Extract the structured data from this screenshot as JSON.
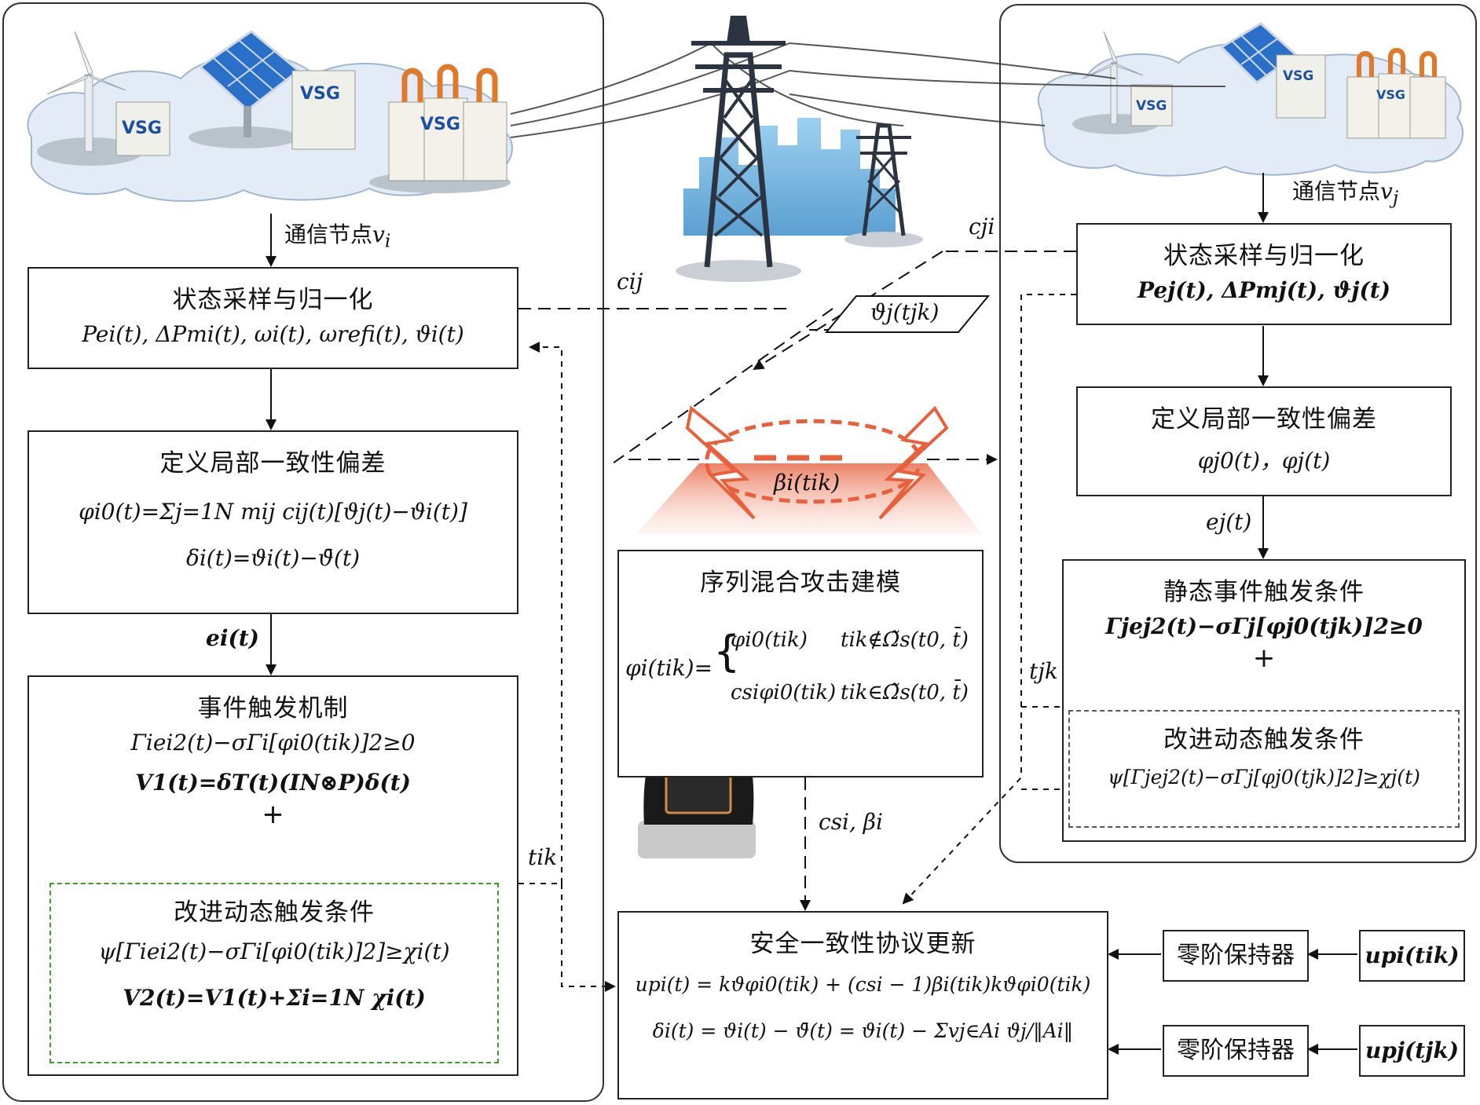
{
  "left": {
    "node_label": "通信节点",
    "node_sym": "v",
    "node_sub": "i",
    "sample": {
      "title": "状态采样与归一化",
      "formula": "Pei(t), ΔPmi(t), ωi(t), ωrefi(t), ϑi(t)"
    },
    "deviation": {
      "title": "定义局部一致性偏差",
      "formula1": "φi0(t)=Σj=1N mij cij(t)[ϑj(t)−ϑi(t)]",
      "formula2": "δi(t)=ϑi(t)−ϑ̄(t)"
    },
    "e_label": "ei(t)",
    "event": {
      "title": "事件触发机制",
      "formula1": "Γiei2(t)−σΓi[φi0(tik)]2≥0",
      "formula2": "V1(t)=δT(t)(IN⊗P)δ(t)",
      "plus": "+",
      "dyn": {
        "title": "改进动态触发条件",
        "formula1": "ψ[Γiei2(t)−σΓi[φi0(tik)]2]≥χi(t)",
        "formula2": "V2(t)=V1(t)+Σi=1N χi(t)"
      }
    },
    "tk_label": "tik"
  },
  "right": {
    "node_label": "通信节点",
    "node_sym": "v",
    "node_sub": "j",
    "sample": {
      "title": "状态采样与归一化",
      "formula": "Pej(t), ΔPmj(t), ϑj(t)"
    },
    "deviation": {
      "title": "定义局部一致性偏差",
      "formula": "φj0(t)，φj(t)"
    },
    "e_label": "ej(t)",
    "event": {
      "title": "静态事件触发条件",
      "formula": "Γjej2(t)−σΓj[φj0(tjk)]2≥0",
      "plus": "+",
      "dyn": {
        "title": "改进动态触发条件",
        "formula": "ψ[Γjej2(t)−σΓj[φj0(tjk)]2]≥χj(t)"
      }
    },
    "tk_label": "tjk"
  },
  "center": {
    "cij": "cij",
    "cji": "cji",
    "theta_j": "ϑj(tjk)",
    "beta": "βi(tik)",
    "attack": {
      "title": "序列混合攻击建模",
      "lhs": "φi(tik)=",
      "row1a": "φi0(tik)",
      "row1b": "tik∉Ω̃s(t0, t̄)",
      "row2a": "csiφi0(tik)",
      "row2b": "tik∈Ω̃s(t0, t̄)"
    },
    "csi_beta": "csi, βi"
  },
  "protocol": {
    "title": "安全一致性协议更新",
    "formula1": "upi(t) = kϑφi0(tik) + (csi − 1)βi(tik)kϑφi0(tik)",
    "formula2": "δi(t) = ϑi(t) − ϑ̄(t) = ϑi(t) − Σvj∈Ai ϑj/‖Ai‖"
  },
  "zoh1": "零阶保持器",
  "zoh2": "零阶保持器",
  "input1": "upi(tik)",
  "input2": "upj(tjk)",
  "icons": {
    "vsg_label": "VSG",
    "hacker": "hacker-icon",
    "tower": "tower-icon",
    "wind": "wind-turbine-icon",
    "solar": "solar-panel-icon"
  },
  "colors": {
    "attack": "#e8603c",
    "dyn_border_left": "#3f9a2a",
    "cloud": "#dfe9f4"
  }
}
